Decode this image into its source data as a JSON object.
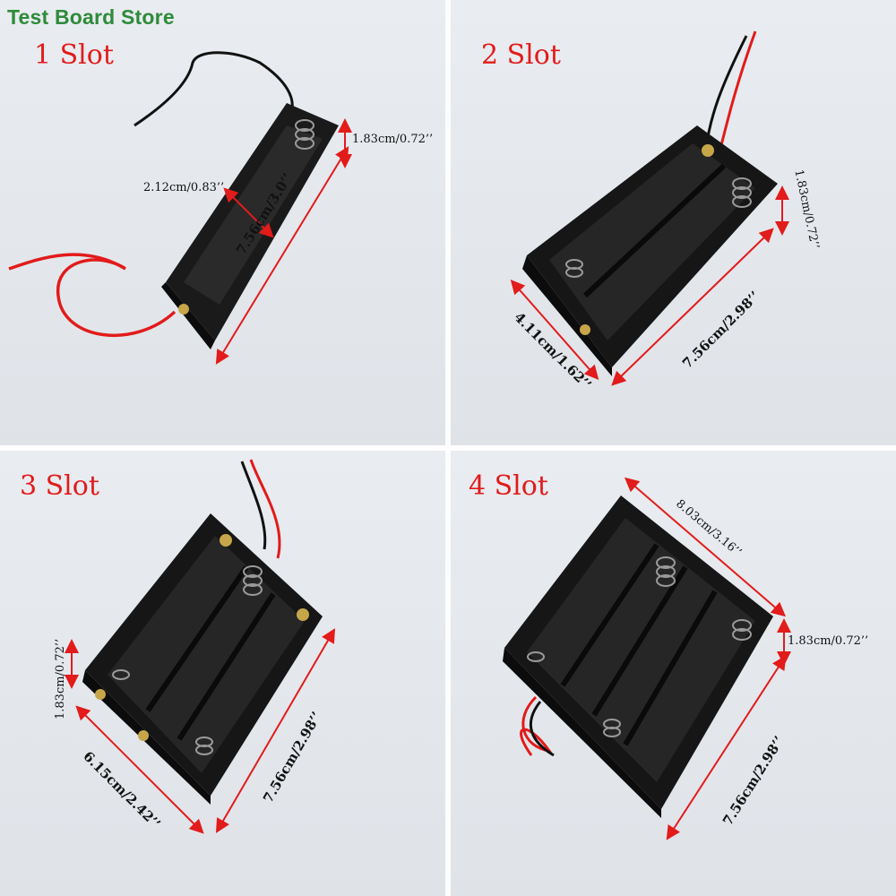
{
  "brand": "Test Board Store",
  "panels": [
    {
      "label": "1 Slot",
      "dims": {
        "height": "1.83cm/0.72’’",
        "width": "2.12cm/0.83’’",
        "length": "7.56cm/3.0’’"
      }
    },
    {
      "label": "2 Slot",
      "dims": {
        "height": "1.83cm/0.72’’",
        "width": "4.11cm/1.62’’",
        "length": "7.56cm/2.98’’"
      }
    },
    {
      "label": "3 Slot",
      "dims": {
        "height": "1.83cm/0.72’’",
        "width": "6.15cm/2.42’’",
        "length": "7.56cm/2.98’’"
      }
    },
    {
      "label": "4 Slot",
      "dims": {
        "width": "8.03cm/3.16’’",
        "height": "1.83cm/0.72’’",
        "length": "7.56cm/2.98’’"
      }
    }
  ],
  "colors": {
    "brand": "#2e8b3a",
    "label": "#e21b1b",
    "dimension_line": "#e21b1b",
    "holder": "#111111",
    "background": "#e4e7ec"
  }
}
